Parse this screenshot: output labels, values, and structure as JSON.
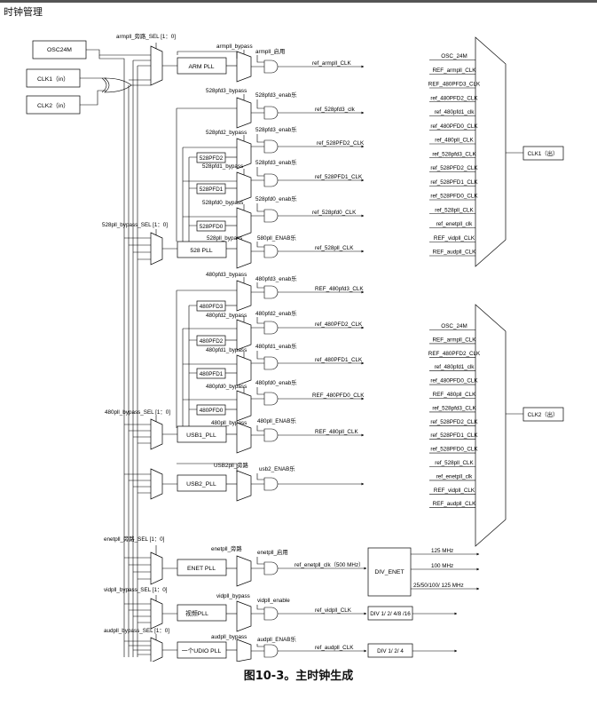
{
  "header": "时钟管理",
  "caption": "图10-3。主时钟生成",
  "sources": [
    "OSC24M",
    "CLK1（in）",
    "CLK2（in）"
  ],
  "pfd_528": [
    {
      "bypass": "528pfd3_bypass",
      "enab": "528pfd3_enab乐",
      "clk": "ref_528pfd3_clk"
    },
    {
      "bypass": "528pfd2_bypass",
      "enab": "528pfd3_enab乐",
      "clk": "ref_528PFD2_CLK",
      "pfd": "528PFD2"
    },
    {
      "bypass": "528pfd1_bypass",
      "enab": "528pfd3_enab乐",
      "clk": "ref_528PFD1_CLK",
      "pfd": "528PFD1"
    },
    {
      "bypass": "528pfd0_bypass",
      "enab": "528pfd0_enab乐",
      "clk": "ref_528pfd0_CLK",
      "pfd": "528PFD0"
    }
  ],
  "pfd_480": [
    {
      "bypass": "480pfd3_bypass",
      "enab": "480pfd3_enab乐",
      "clk": "REF_480pfd3_CLK",
      "pfd": "480PFD3"
    },
    {
      "bypass": "480pfd2_bypass",
      "enab": "480pfd2_enab乐",
      "clk": "ref_480PFD2_CLK",
      "pfd": "480PFD2"
    },
    {
      "bypass": "480pfd1_bypass",
      "enab": "480pfd1_enab乐",
      "clk": "ref_480PFD1_CLK",
      "pfd": "480PFD1"
    },
    {
      "bypass": "480pfd0_bypass",
      "enab": "480pfd0_enab乐",
      "clk": "REF_480PFD0_CLK",
      "pfd": "480PFD0"
    }
  ],
  "plls": [
    {
      "sel": "armpll_旁路_SEL [1：0]",
      "bypass": "armpll_bypass",
      "enab": "armpll_启用",
      "name": "ARM PLL",
      "clk": "ref_armpll_CLK"
    },
    {
      "sel": "528pll_bypass_SEL [1：0]",
      "bypass": "528pll_bypass",
      "enab": "580pll_ENAB乐",
      "name": "528 PLL",
      "clk": "ref_528pll_CLK"
    },
    {
      "sel": "480pll_bypass_SEL [1：0]",
      "bypass": "480pll_bypass",
      "enab": "480pll_ENAB乐",
      "name": "USB1_PLL",
      "clk": "REF_480pll_CLK"
    },
    {
      "bypass": "USB2pll_旁路",
      "enab": "usb2_ENAB乐",
      "name": "USB2_PLL"
    },
    {
      "sel": "enetpll_旁路_SEL [1：0]",
      "bypass": "enetpll_旁路",
      "enab": "enetpll_启用",
      "name": "ENET PLL",
      "clk": "ref_enetpll_clk（500 MHz）"
    },
    {
      "sel": "vidpll_bypass_SEL [1：0]",
      "bypass": "vidpll_bypass",
      "enab": "vidpll_enable",
      "name": "视频PLL",
      "clk": "ref_vidpll_CLK"
    },
    {
      "sel": "audpll_bypass_SEL [1：0]",
      "bypass": "audpll_bypass",
      "enab": "audpll_ENAB乐",
      "name": "一个UDIO PLL",
      "clk": "ref_audpll_CLK"
    }
  ],
  "div_enet": {
    "name": "DIV_ENET",
    "outputs": [
      "125 MHz",
      "100 MHz",
      "25/50/100/ 125 MHz"
    ]
  },
  "div_vid": "DIV 1/ 2/ 4/8 /16",
  "div_aud": "DIV 1/ 2/ 4",
  "mux1": {
    "label": "CLK1（出）",
    "inputs": [
      "OSC_24M",
      "REF_armpll_CLK",
      "REF_480PFD3_CLK",
      "ref_480PFD2_CLK",
      "ref_480pfd1_clk",
      "ref_480PFD0_CLK",
      "ref_480pll_CLK",
      "ref_528pfd3_CLK",
      "ref_528PFD2_CLK",
      "ref_528PFD1_CLK",
      "ref_528PFD0_CLK",
      "ref_528pll_CLK",
      "ref_enetpll_clk",
      "REF_vidpll_CLK",
      "REF_audpll_CLK"
    ]
  },
  "mux2": {
    "label": "CLK2（出）",
    "inputs": [
      "OSC_24M",
      "REF_armpll_CLK",
      "REF_480PFD2_CLK",
      "ref_480pfd1_clk",
      "ref_480PFD0_CLK",
      "REF_480pll_CLK",
      "ref_528pfd3_CLK",
      "ref_528PFD2_CLK",
      "ref_528PFD1_CLK",
      "ref_528PFD0_CLK",
      "ref_528pll_CLK",
      "ref_enetpll_clk",
      "REF_vidpll_CLK",
      "REF_audpll_CLK"
    ]
  }
}
